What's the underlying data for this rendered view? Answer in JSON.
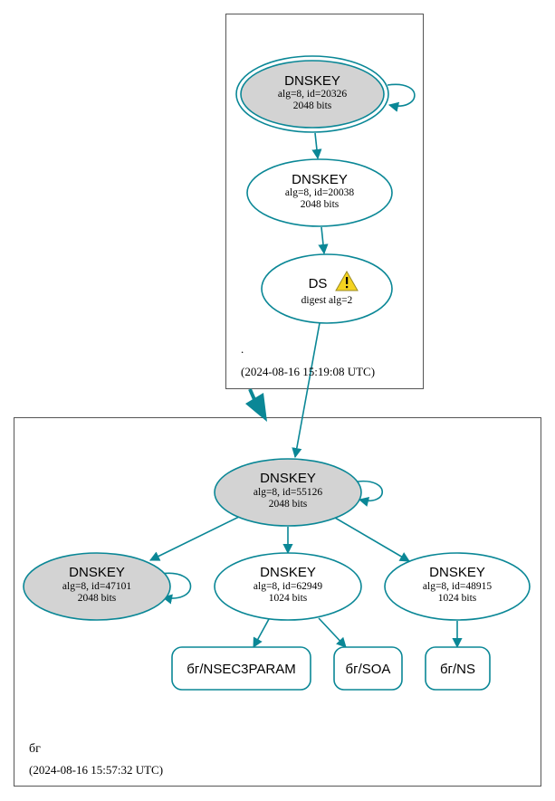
{
  "colors": {
    "edge": "#0a8796",
    "filled_node": "#d3d3d3",
    "warning": "#f5d320"
  },
  "zones": {
    "root": {
      "name": ".",
      "timestamp": "(2024-08-16 15:19:08 UTC)"
    },
    "bg": {
      "name": "бг",
      "timestamp": "(2024-08-16 15:57:32 UTC)"
    }
  },
  "nodes": {
    "root_ksk": {
      "title": "DNSKEY",
      "line1": "alg=8, id=20326",
      "line2": "2048 bits"
    },
    "root_zsk": {
      "title": "DNSKEY",
      "line1": "alg=8, id=20038",
      "line2": "2048 bits"
    },
    "ds": {
      "title": "DS",
      "line1": "digest alg=2",
      "warning_icon": "warning-triangle-icon"
    },
    "bg_ksk": {
      "title": "DNSKEY",
      "line1": "alg=8, id=55126",
      "line2": "2048 bits"
    },
    "bg_key_47101": {
      "title": "DNSKEY",
      "line1": "alg=8, id=47101",
      "line2": "2048 bits"
    },
    "bg_key_62949": {
      "title": "DNSKEY",
      "line1": "alg=8, id=62949",
      "line2": "1024 bits"
    },
    "bg_key_48915": {
      "title": "DNSKEY",
      "line1": "alg=8, id=48915",
      "line2": "1024 bits"
    }
  },
  "records": {
    "nsec3param": "бг/NSEC3PARAM",
    "soa": "бг/SOA",
    "ns": "бг/NS"
  }
}
